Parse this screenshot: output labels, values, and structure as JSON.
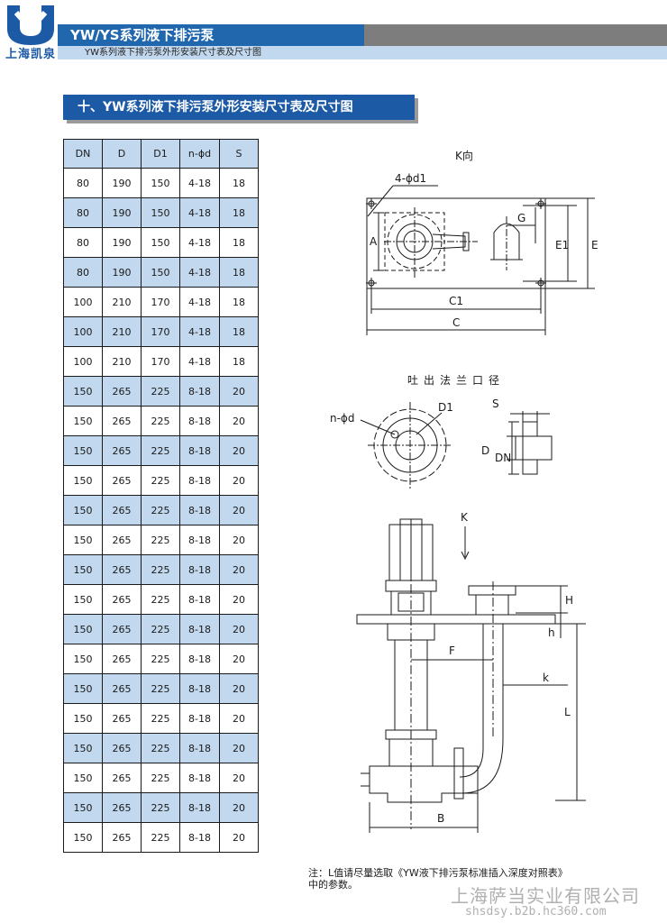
{
  "header": {
    "logo_text": "上海凯泉",
    "title": "YW/YS系列液下排污泵",
    "subtitle": "YW系列液下排污泵外形安装尺寸表及尺寸图"
  },
  "section": {
    "title": "十、YW系列液下排污泵外形安装尺寸表及尺寸图"
  },
  "table": {
    "columns": [
      "DN",
      "D",
      "D1",
      "n-ϕd",
      "S"
    ],
    "rows": [
      [
        "80",
        "190",
        "150",
        "4-18",
        "18"
      ],
      [
        "80",
        "190",
        "150",
        "4-18",
        "18"
      ],
      [
        "80",
        "190",
        "150",
        "4-18",
        "18"
      ],
      [
        "80",
        "190",
        "150",
        "4-18",
        "18"
      ],
      [
        "100",
        "210",
        "170",
        "4-18",
        "18"
      ],
      [
        "100",
        "210",
        "170",
        "4-18",
        "18"
      ],
      [
        "100",
        "210",
        "170",
        "4-18",
        "18"
      ],
      [
        "150",
        "265",
        "225",
        "8-18",
        "20"
      ],
      [
        "150",
        "265",
        "225",
        "8-18",
        "20"
      ],
      [
        "150",
        "265",
        "225",
        "8-18",
        "20"
      ],
      [
        "150",
        "265",
        "225",
        "8-18",
        "20"
      ],
      [
        "150",
        "265",
        "225",
        "8-18",
        "20"
      ],
      [
        "150",
        "265",
        "225",
        "8-18",
        "20"
      ],
      [
        "150",
        "265",
        "225",
        "8-18",
        "20"
      ],
      [
        "150",
        "265",
        "225",
        "8-18",
        "20"
      ],
      [
        "150",
        "265",
        "225",
        "8-18",
        "20"
      ],
      [
        "150",
        "265",
        "225",
        "8-18",
        "20"
      ],
      [
        "150",
        "265",
        "225",
        "8-18",
        "20"
      ],
      [
        "150",
        "265",
        "225",
        "8-18",
        "20"
      ],
      [
        "150",
        "265",
        "225",
        "8-18",
        "20"
      ],
      [
        "150",
        "265",
        "225",
        "8-18",
        "20"
      ],
      [
        "150",
        "265",
        "225",
        "8-18",
        "20"
      ],
      [
        "150",
        "265",
        "225",
        "8-18",
        "20"
      ]
    ]
  },
  "drawing": {
    "k_view_title": "K向",
    "bolt_label": "4-ϕd1",
    "label_A": "A",
    "label_G": "G",
    "label_E1": "E1",
    "label_E": "E",
    "label_C1": "C1",
    "label_C": "C",
    "flange_title": "吐出法兰口径",
    "label_nphid": "n-ϕd",
    "label_D1": "D1",
    "label_S": "S",
    "label_D": "D",
    "label_DN": "DN",
    "label_K": "K",
    "label_H": "H",
    "label_h": "h",
    "label_F": "F",
    "label_k": "k",
    "label_L": "L",
    "label_B": "B"
  },
  "note": {
    "line1": "注：L值请尽量选取《YW液下排污泵标准插入深度对照表》",
    "line2": "中的参数。"
  },
  "watermark": {
    "company": "上海萨当实业有限公司",
    "url": "shsdsy.b2b.hc360.com"
  },
  "colors": {
    "brand_blue": "#1c5aa6",
    "header_blue": "#2167ae",
    "row_blue": "#c2d8ee",
    "header_gray": "#7d7d7d"
  }
}
